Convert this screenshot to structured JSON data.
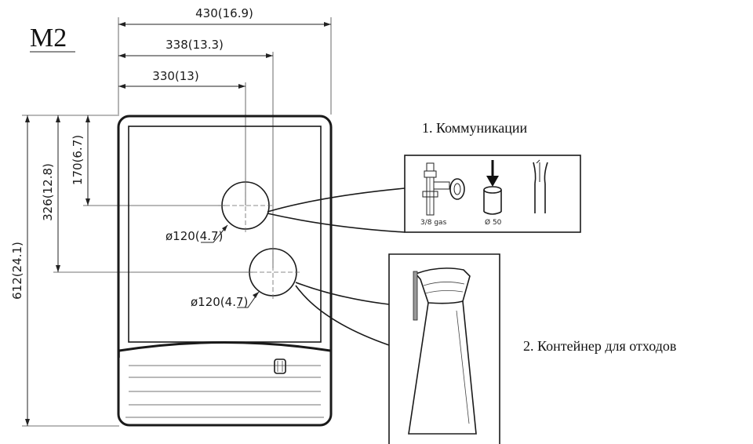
{
  "model_label": "M2",
  "dimensions": {
    "width_total": "430(16.9)",
    "width_mid": "338(13.3)",
    "width_small": "330(13)",
    "height_total": "612(24.1)",
    "height_mid": "326(12.8)",
    "height_small": "170(6.7)",
    "hole_upper": "ø120(4.7)",
    "hole_lower": "ø120(4.7)"
  },
  "callouts": {
    "communications": "1. Коммуникации",
    "waste_container": "2. Контейнер для отходов"
  },
  "detail_labels": {
    "gas": "3/8 gas",
    "drain": "Ø 50"
  }
}
